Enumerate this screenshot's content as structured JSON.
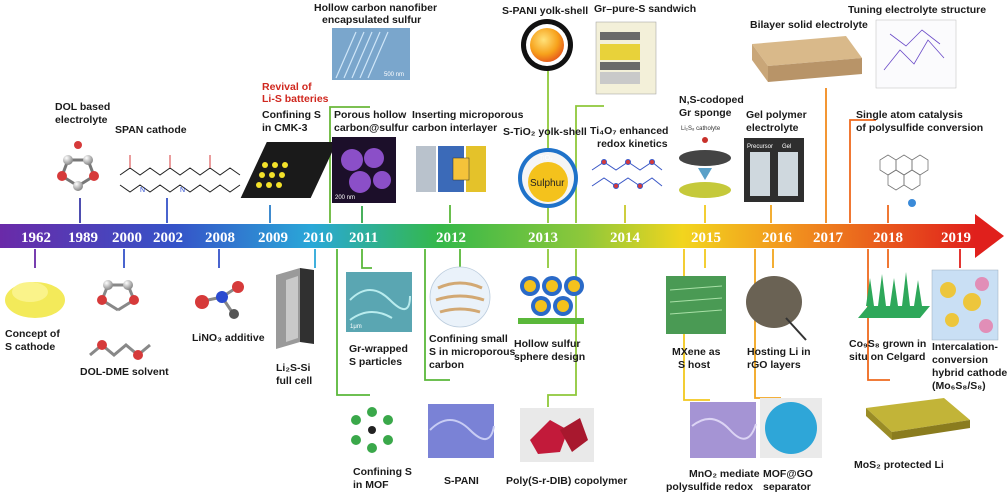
{
  "timeline": {
    "years": [
      "1962",
      "1989",
      "2000",
      "2002",
      "2008",
      "2009",
      "2010",
      "2011",
      "2012",
      "2013",
      "2014",
      "2015",
      "2016",
      "2017",
      "2018",
      "2019"
    ]
  },
  "milestones": {
    "dol_electrolyte": [
      "DOL based",
      "electrolyte"
    ],
    "span_cathode": "SPAN cathode",
    "revival": [
      "Revival of",
      "Li-S batteries"
    ],
    "cmk3": [
      "Confining S",
      "in CMK-3"
    ],
    "hollow_nanofiber": [
      "Hollow carbon nanofiber",
      "encapsulated sulfur"
    ],
    "porous_hollow": [
      "Porous hollow",
      "carbon@sulfur"
    ],
    "interlayer": [
      "Inserting microporous",
      "carbon interlayer"
    ],
    "s_pani_yolk": "S-PANI yolk-shell",
    "s_tio2_yolk": "S-TiO₂ yolk-shell",
    "sulphur_core": "Sulphur",
    "tio2_shell": "TiO₂",
    "gr_sandwich": "Gr–pure-S sandwich",
    "ti4o7": [
      "Ti₄O₇ enhanced",
      "redox kinetics"
    ],
    "ns_sponge": [
      "N,S-codoped",
      "Gr sponge"
    ],
    "gel_polymer": [
      "Gel polymer",
      "electrolyte"
    ],
    "bilayer": "Bilayer solid electrolyte",
    "tuning": "Tuning electrolyte structure",
    "single_atom": [
      "Single atom catalysis",
      "of polysulfide conversion"
    ],
    "concept": [
      "Concept of",
      "S cathode"
    ],
    "dol_dme": "DOL-DME solvent",
    "lino3": "LiNO₃ additive",
    "li2s_si": [
      "Li₂S-Si",
      "full cell"
    ],
    "gr_wrapped": [
      "Gr-wrapped",
      "S particles"
    ],
    "confining_mof": [
      "Confining S",
      "in MOF"
    ],
    "confining_small": [
      "Confining small",
      "S in microporous",
      "carbon"
    ],
    "s_pani": "S-PANI",
    "hollow_sphere": [
      "Hollow sulfur",
      "sphere design"
    ],
    "poly": "Poly(S-r-DIB) copolymer",
    "mxene": [
      "MXene as",
      "S host"
    ],
    "mno2": [
      "MnO₂ mediate",
      "polysulfide redox"
    ],
    "hosting_li": [
      "Hosting Li in",
      "rGO layers"
    ],
    "mof_go": [
      "MOF@GO",
      "separator"
    ],
    "co9s8": [
      "Co₉S₈ grown in",
      "situ on Celgard"
    ],
    "mos2": "MoS₂ protected Li",
    "hybrid": [
      "Intercalation-",
      "conversion",
      "hybrid cathode",
      "(Mo₆S₈/S₈)"
    ]
  },
  "image_text": {
    "scale_500nm": "500 nm",
    "scale_200nm": "200 nm",
    "scale_1um": "1μm",
    "precursor": "Precursor",
    "gel": "Gel",
    "li2s8_catholyte": "Li₂S₈ catholyte"
  }
}
